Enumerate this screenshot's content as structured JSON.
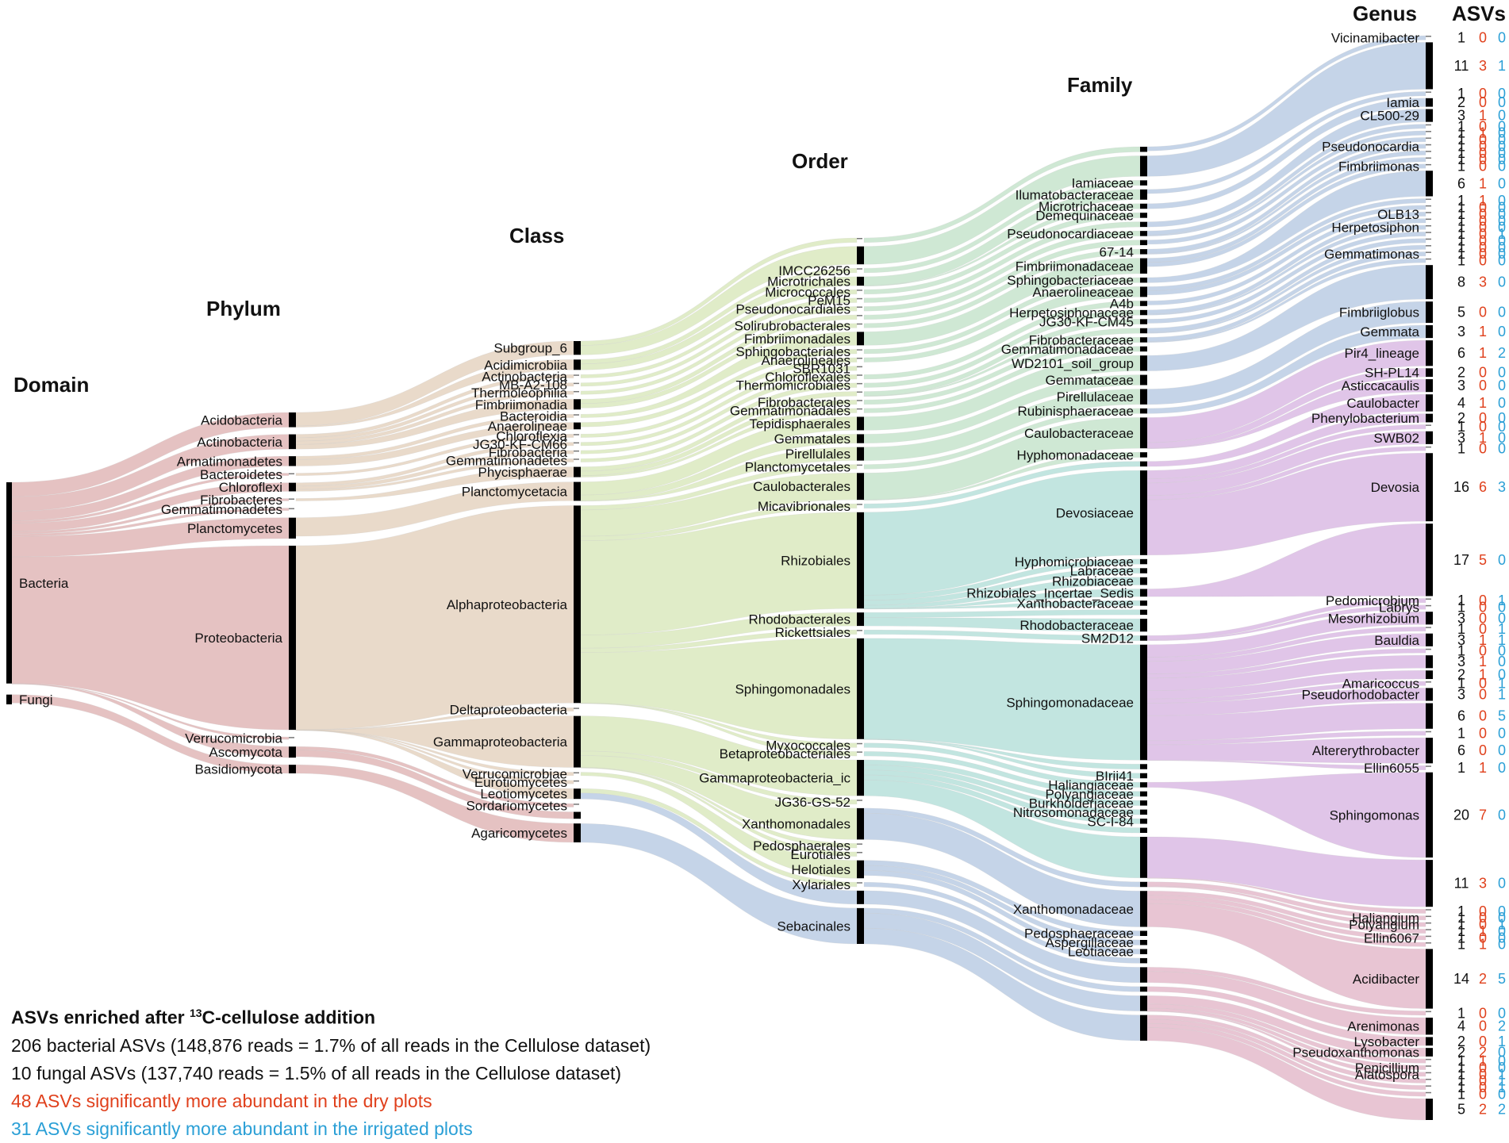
{
  "headers": {
    "domain": "Domain",
    "phylum": "Phylum",
    "class": "Class",
    "order": "Order",
    "family": "Family",
    "genus": "Genus",
    "asvs": "ASVs"
  },
  "colors": {
    "dry": "#e0401c",
    "irrigated": "#2a9fd6",
    "bacteria_flow": "#dcaeae",
    "fungi_flow": "#dcaeae",
    "proteo_flow": "#e2cdb8",
    "alpha_flow": "#d6e6b6",
    "order_flow": "#bfe0c6",
    "family_teal": "#aedcd6",
    "family_purple": "#d6b2e0",
    "family_blue": "#b2c6e0",
    "family_pink": "#e0b2c4"
  },
  "domain": [
    {
      "label": "Bacteria",
      "weight": 206
    },
    {
      "label": "Fungi",
      "weight": 10
    }
  ],
  "phylum": [
    {
      "label": "Acidobacteria",
      "weight": 12
    },
    {
      "label": "Actinobacteria",
      "weight": 12
    },
    {
      "label": "Armatimonadetes",
      "weight": 8
    },
    {
      "label": "Bacteroidetes",
      "weight": 2
    },
    {
      "label": "Chloroflexi",
      "weight": 7
    },
    {
      "label": "Fibrobacteres",
      "weight": 2
    },
    {
      "label": "Gemmatimonadetes",
      "weight": 2
    },
    {
      "label": "Planctomycetes",
      "weight": 17
    },
    {
      "label": "Proteobacteria",
      "weight": 150
    },
    {
      "label": "Verrucomicrobia",
      "weight": 2
    },
    {
      "label": "Ascomycota",
      "weight": 9
    },
    {
      "label": "Basidiomycota",
      "weight": 7
    }
  ],
  "class": [
    {
      "label": "Subgroup_6",
      "weight": 8
    },
    {
      "label": "Acidimicrobiia",
      "weight": 6
    },
    {
      "label": "Actinobacteria",
      "weight": 2
    },
    {
      "label": "MB-A2-108",
      "weight": 2
    },
    {
      "label": "Thermoleophilia",
      "weight": 2
    },
    {
      "label": "Fimbriimonadia",
      "weight": 6
    },
    {
      "label": "Bacteroidia",
      "weight": 2
    },
    {
      "label": "Anaerolineae",
      "weight": 4
    },
    {
      "label": "Chloroflexia",
      "weight": 2
    },
    {
      "label": "JG30-KF-CM66",
      "weight": 2
    },
    {
      "label": "Fibrobacteria",
      "weight": 2
    },
    {
      "label": "Gemmatimonadetes",
      "weight": 2
    },
    {
      "label": "Phycisphaerae",
      "weight": 6
    },
    {
      "label": "Planctomycetacia",
      "weight": 11
    },
    {
      "label": "Alphaproteobacteria",
      "weight": 115
    },
    {
      "label": "Deltaproteobacteria",
      "weight": 2
    },
    {
      "label": "Gammaproteobacteria",
      "weight": 30
    },
    {
      "label": "Verrucomicrobiae",
      "weight": 2
    },
    {
      "label": "Eurotiomycetes",
      "weight": 2
    },
    {
      "label": "Leotiomycetes",
      "weight": 6
    },
    {
      "label": "Sordariomycetes",
      "weight": 2
    },
    {
      "label": "",
      "weight": 4
    },
    {
      "label": "Agaricomycetes",
      "weight": 11
    }
  ],
  "order": [
    {
      "label": "",
      "weight": 2
    },
    {
      "label": "",
      "weight": 8
    },
    {
      "label": "IMCC26256",
      "weight": 2
    },
    {
      "label": "Microtrichales",
      "weight": 4
    },
    {
      "label": "Micrococcales",
      "weight": 2
    },
    {
      "label": "PeM15",
      "weight": 2
    },
    {
      "label": "Pseudonocardiales",
      "weight": 2
    },
    {
      "label": "",
      "weight": 2
    },
    {
      "label": "Solirubrobacterales",
      "weight": 2
    },
    {
      "label": "Fimbriimonadales",
      "weight": 6
    },
    {
      "label": "Sphingobacteriales",
      "weight": 2
    },
    {
      "label": "Anaerolineales",
      "weight": 2
    },
    {
      "label": "SBR1031",
      "weight": 2
    },
    {
      "label": "Chloroflexales",
      "weight": 2
    },
    {
      "label": "Thermomicrobiales",
      "weight": 2
    },
    {
      "label": "",
      "weight": 2
    },
    {
      "label": "Fibrobacterales",
      "weight": 2
    },
    {
      "label": "Gemmatimonadales",
      "weight": 2
    },
    {
      "label": "Tepidisphaerales",
      "weight": 6
    },
    {
      "label": "Gemmatales",
      "weight": 4
    },
    {
      "label": "Pirellulales",
      "weight": 6
    },
    {
      "label": "Planctomycetales",
      "weight": 2
    },
    {
      "label": "Caulobacterales",
      "weight": 12
    },
    {
      "label": "Micavibrionales",
      "weight": 2
    },
    {
      "label": "Rhizobiales",
      "weight": 43
    },
    {
      "label": "Rhodobacterales",
      "weight": 6
    },
    {
      "label": "Rickettsiales",
      "weight": 2
    },
    {
      "label": "Sphingomonadales",
      "weight": 45
    },
    {
      "label": "Myxococcales",
      "weight": 2
    },
    {
      "label": "Betaproteobacteriales",
      "weight": 2
    },
    {
      "label": "Gammaproteobacteria_ic",
      "weight": 16
    },
    {
      "label": "JG36-GS-52",
      "weight": 2
    },
    {
      "label": "Xanthomonadales",
      "weight": 14
    },
    {
      "label": "Pedosphaerales",
      "weight": 2
    },
    {
      "label": "Eurotiales",
      "weight": 2
    },
    {
      "label": "Helotiales",
      "weight": 8
    },
    {
      "label": "Xylariales",
      "weight": 2
    },
    {
      "label": "",
      "weight": 6
    },
    {
      "label": "Sebacinales",
      "weight": 16
    }
  ],
  "family": [
    {
      "label": "",
      "weight": 2
    },
    {
      "label": "",
      "weight": 8
    },
    {
      "label": "Iamiaceae",
      "weight": 2
    },
    {
      "label": "Ilumatobacteraceae",
      "weight": 4
    },
    {
      "label": "Microtrichaceae",
      "weight": 2
    },
    {
      "label": "Demequinaceae",
      "weight": 2
    },
    {
      "label": "",
      "weight": 2
    },
    {
      "label": "Pseudonocardiaceae",
      "weight": 2
    },
    {
      "label": "",
      "weight": 2
    },
    {
      "label": "67-14",
      "weight": 2
    },
    {
      "label": "Fimbriimonadaceae",
      "weight": 6
    },
    {
      "label": "Sphingobacteriaceae",
      "weight": 2
    },
    {
      "label": "Anaerolineaceae",
      "weight": 4
    },
    {
      "label": "A4b",
      "weight": 2
    },
    {
      "label": "Herpetosiphonaceae",
      "weight": 2
    },
    {
      "label": "JG30-KF-CM45",
      "weight": 2
    },
    {
      "label": "",
      "weight": 2
    },
    {
      "label": "Fibrobacteraceae",
      "weight": 2
    },
    {
      "label": "Gemmatimonadaceae",
      "weight": 2
    },
    {
      "label": "WD2101_soil_group",
      "weight": 6
    },
    {
      "label": "Gemmataceae",
      "weight": 4
    },
    {
      "label": "Pirellulaceae",
      "weight": 6
    },
    {
      "label": "Rubinisphaeraceae",
      "weight": 2
    },
    {
      "label": "Caulobacteraceae",
      "weight": 12
    },
    {
      "label": "Hyphomonadaceae",
      "weight": 2
    },
    {
      "label": "",
      "weight": 2
    },
    {
      "label": "Devosiaceae",
      "weight": 33
    },
    {
      "label": "Hyphomicrobiaceae",
      "weight": 2
    },
    {
      "label": "Labraceae",
      "weight": 2
    },
    {
      "label": "Rhizobiaceae",
      "weight": 3
    },
    {
      "label": "Rhizobiales_Incertae_Sedis",
      "weight": 3
    },
    {
      "label": "Xanthobacteraceae",
      "weight": 2
    },
    {
      "label": "",
      "weight": 2
    },
    {
      "label": "Rhodobacteraceae",
      "weight": 5
    },
    {
      "label": "SM2D12",
      "weight": 2
    },
    {
      "label": "Sphingomonadaceae",
      "weight": 45
    },
    {
      "label": "",
      "weight": 2
    },
    {
      "label": "BIrii41",
      "weight": 2
    },
    {
      "label": "Haliangiaceae",
      "weight": 2
    },
    {
      "label": "Polyangiaceae",
      "weight": 2
    },
    {
      "label": "Burkholderiaceae",
      "weight": 2
    },
    {
      "label": "Nitrosomonadaceae",
      "weight": 2
    },
    {
      "label": "SC-I-84",
      "weight": 2
    },
    {
      "label": "",
      "weight": 2
    },
    {
      "label": "",
      "weight": 16
    },
    {
      "label": "",
      "weight": 2
    },
    {
      "label": "Xanthomonadaceae",
      "weight": 14
    },
    {
      "label": "Pedosphaeraceae",
      "weight": 2
    },
    {
      "label": "Aspergillaceae",
      "weight": 2
    },
    {
      "label": "Leotiaceae",
      "weight": 2
    },
    {
      "label": "",
      "weight": 2
    },
    {
      "label": "",
      "weight": 6
    },
    {
      "label": "",
      "weight": 2
    },
    {
      "label": "",
      "weight": 6
    },
    {
      "label": "",
      "weight": 10
    }
  ],
  "genus": [
    {
      "label": "Vicinamibacter",
      "total": "1",
      "dry": "0",
      "irrigated": "0",
      "weight": 1
    },
    {
      "label": "",
      "total": "11",
      "dry": "3",
      "irrigated": "1",
      "weight": 11
    },
    {
      "label": "",
      "total": "1",
      "dry": "0",
      "irrigated": "0",
      "weight": 1
    },
    {
      "label": "Iamia",
      "total": "2",
      "dry": "0",
      "irrigated": "0",
      "weight": 2
    },
    {
      "label": "CL500-29",
      "total": "3",
      "dry": "1",
      "irrigated": "0",
      "weight": 3
    },
    {
      "label": "",
      "total": "1",
      "dry": "0",
      "irrigated": "0",
      "weight": 1
    },
    {
      "label": "",
      "total": "1",
      "dry": "1",
      "irrigated": "0",
      "weight": 1
    },
    {
      "label": "",
      "total": "1",
      "dry": "0",
      "irrigated": "0",
      "weight": 1
    },
    {
      "label": "Pseudonocardia",
      "total": "1",
      "dry": "0",
      "irrigated": "0",
      "weight": 1
    },
    {
      "label": "",
      "total": "1",
      "dry": "0",
      "irrigated": "0",
      "weight": 1
    },
    {
      "label": "",
      "total": "1",
      "dry": "0",
      "irrigated": "0",
      "weight": 1
    },
    {
      "label": "Fimbriimonas",
      "total": "1",
      "dry": "0",
      "irrigated": "0",
      "weight": 1
    },
    {
      "label": "",
      "total": "6",
      "dry": "1",
      "irrigated": "0",
      "weight": 6
    },
    {
      "label": "",
      "total": "1",
      "dry": "1",
      "irrigated": "0",
      "weight": 1
    },
    {
      "label": "",
      "total": "1",
      "dry": "0",
      "irrigated": "0",
      "weight": 1
    },
    {
      "label": "OLB13",
      "total": "1",
      "dry": "0",
      "irrigated": "0",
      "weight": 1
    },
    {
      "label": "",
      "total": "1",
      "dry": "0",
      "irrigated": "0",
      "weight": 1
    },
    {
      "label": "Herpetosiphon",
      "total": "1",
      "dry": "0",
      "irrigated": "0",
      "weight": 1
    },
    {
      "label": "",
      "total": "1",
      "dry": "0",
      "irrigated": "1",
      "weight": 1
    },
    {
      "label": "",
      "total": "1",
      "dry": "0",
      "irrigated": "0",
      "weight": 1
    },
    {
      "label": "",
      "total": "1",
      "dry": "0",
      "irrigated": "0",
      "weight": 1
    },
    {
      "label": "Gemmatimonas",
      "total": "1",
      "dry": "0",
      "irrigated": "0",
      "weight": 1
    },
    {
      "label": "",
      "total": "1",
      "dry": "0",
      "irrigated": "0",
      "weight": 1
    },
    {
      "label": "",
      "total": "8",
      "dry": "3",
      "irrigated": "0",
      "weight": 8
    },
    {
      "label": "Fimbriiglobus",
      "total": "5",
      "dry": "0",
      "irrigated": "0",
      "weight": 5
    },
    {
      "label": "Gemmata",
      "total": "3",
      "dry": "1",
      "irrigated": "0",
      "weight": 3
    },
    {
      "label": "Pir4_lineage",
      "total": "6",
      "dry": "1",
      "irrigated": "2",
      "weight": 6
    },
    {
      "label": "SH-PL14",
      "total": "2",
      "dry": "0",
      "irrigated": "0",
      "weight": 2
    },
    {
      "label": "Asticcacaulis",
      "total": "3",
      "dry": "0",
      "irrigated": "0",
      "weight": 3
    },
    {
      "label": "Caulobacter",
      "total": "4",
      "dry": "1",
      "irrigated": "0",
      "weight": 4
    },
    {
      "label": "Phenylobacterium",
      "total": "2",
      "dry": "0",
      "irrigated": "0",
      "weight": 2
    },
    {
      "label": "",
      "total": "1",
      "dry": "0",
      "irrigated": "0",
      "weight": 1
    },
    {
      "label": "SWB02",
      "total": "3",
      "dry": "1",
      "irrigated": "0",
      "weight": 3
    },
    {
      "label": "",
      "total": "1",
      "dry": "0",
      "irrigated": "0",
      "weight": 1
    },
    {
      "label": "Devosia",
      "total": "16",
      "dry": "6",
      "irrigated": "3",
      "weight": 16
    },
    {
      "label": "",
      "total": "17",
      "dry": "5",
      "irrigated": "0",
      "weight": 17
    },
    {
      "label": "Pedomicrobium",
      "total": "1",
      "dry": "0",
      "irrigated": "1",
      "weight": 1
    },
    {
      "label": "Labrys",
      "total": "1",
      "dry": "0",
      "irrigated": "0",
      "weight": 1
    },
    {
      "label": "Mesorhizobium",
      "total": "3",
      "dry": "0",
      "irrigated": "0",
      "weight": 3
    },
    {
      "label": "",
      "total": "1",
      "dry": "0",
      "irrigated": "1",
      "weight": 1
    },
    {
      "label": "Bauldia",
      "total": "3",
      "dry": "1",
      "irrigated": "1",
      "weight": 3
    },
    {
      "label": "",
      "total": "1",
      "dry": "0",
      "irrigated": "0",
      "weight": 1
    },
    {
      "label": "",
      "total": "3",
      "dry": "1",
      "irrigated": "0",
      "weight": 3
    },
    {
      "label": "",
      "total": "2",
      "dry": "1",
      "irrigated": "0",
      "weight": 2
    },
    {
      "label": "Amaricoccus",
      "total": "1",
      "dry": "0",
      "irrigated": "1",
      "weight": 1
    },
    {
      "label": "Pseudorhodobacter",
      "total": "3",
      "dry": "0",
      "irrigated": "1",
      "weight": 3
    },
    {
      "label": "",
      "total": "6",
      "dry": "0",
      "irrigated": "5",
      "weight": 6
    },
    {
      "label": "",
      "total": "1",
      "dry": "0",
      "irrigated": "0",
      "weight": 1
    },
    {
      "label": "Altererythrobacter",
      "total": "6",
      "dry": "0",
      "irrigated": "0",
      "weight": 6
    },
    {
      "label": "Ellin6055",
      "total": "1",
      "dry": "1",
      "irrigated": "0",
      "weight": 1
    },
    {
      "label": "Sphingomonas",
      "total": "20",
      "dry": "7",
      "irrigated": "0",
      "weight": 20
    },
    {
      "label": "",
      "total": "11",
      "dry": "3",
      "irrigated": "0",
      "weight": 11
    },
    {
      "label": "",
      "total": "1",
      "dry": "0",
      "irrigated": "0",
      "weight": 1
    },
    {
      "label": "Haliangium",
      "total": "1",
      "dry": "0",
      "irrigated": "0",
      "weight": 1
    },
    {
      "label": "Polyangium",
      "total": "1",
      "dry": "0",
      "irrigated": "1",
      "weight": 1
    },
    {
      "label": "",
      "total": "1",
      "dry": "1",
      "irrigated": "0",
      "weight": 1
    },
    {
      "label": "Ellin6067",
      "total": "1",
      "dry": "0",
      "irrigated": "0",
      "weight": 1
    },
    {
      "label": "",
      "total": "1",
      "dry": "1",
      "irrigated": "0",
      "weight": 1
    },
    {
      "label": "Acidibacter",
      "total": "14",
      "dry": "2",
      "irrigated": "5",
      "weight": 14
    },
    {
      "label": "",
      "total": "1",
      "dry": "0",
      "irrigated": "0",
      "weight": 1
    },
    {
      "label": "Arenimonas",
      "total": "4",
      "dry": "0",
      "irrigated": "2",
      "weight": 4
    },
    {
      "label": "Lysobacter",
      "total": "2",
      "dry": "0",
      "irrigated": "1",
      "weight": 2
    },
    {
      "label": "Pseudoxanthomonas",
      "total": "2",
      "dry": "2",
      "irrigated": "0",
      "weight": 2
    },
    {
      "label": "",
      "total": "1",
      "dry": "1",
      "irrigated": "0",
      "weight": 1
    },
    {
      "label": "Penicillium",
      "total": "1",
      "dry": "0",
      "irrigated": "0",
      "weight": 1
    },
    {
      "label": "Alatospora",
      "total": "1",
      "dry": "0",
      "irrigated": "1",
      "weight": 1
    },
    {
      "label": "",
      "total": "1",
      "dry": "0",
      "irrigated": "1",
      "weight": 1
    },
    {
      "label": "",
      "total": "1",
      "dry": "0",
      "irrigated": "1",
      "weight": 1
    },
    {
      "label": "",
      "total": "1",
      "dry": "0",
      "irrigated": "0",
      "weight": 1
    },
    {
      "label": "",
      "total": "5",
      "dry": "2",
      "irrigated": "2",
      "weight": 5
    }
  ],
  "legend": {
    "title_prefix": "ASVs enriched after ",
    "title_sup": "13",
    "title_suffix": "C-cellulose addition",
    "line1": "206 bacterial ASVs (148,876 reads = 1.7% of all reads in the Cellulose dataset)",
    "line2": "10 fungal ASVs (137,740 reads = 1.5% of all reads in the Cellulose dataset)",
    "line3": "48 ASVs significantly more abundant in the dry plots",
    "line4": "31 ASVs significantly more abundant in the irrigated plots"
  }
}
